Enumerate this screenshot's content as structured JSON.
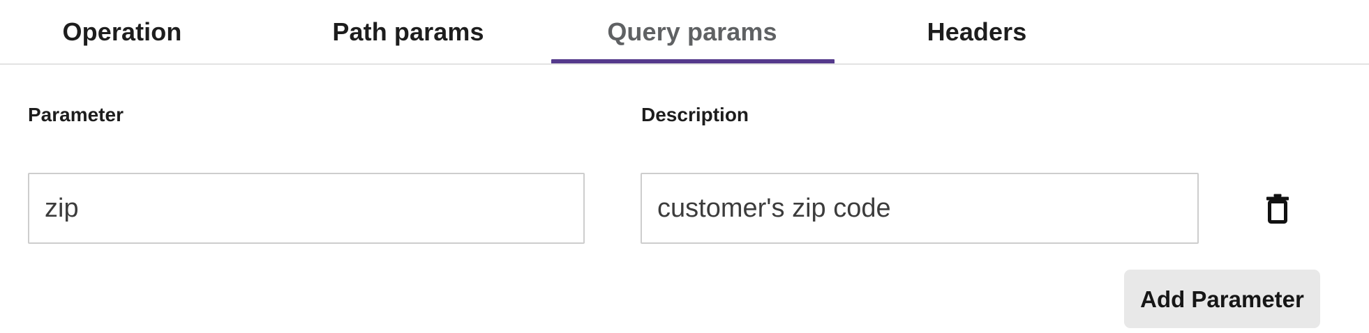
{
  "tabs": {
    "items": [
      {
        "label": "Operation",
        "active": false
      },
      {
        "label": "Path params",
        "active": false
      },
      {
        "label": "Query params",
        "active": true
      },
      {
        "label": "Headers",
        "active": false
      }
    ],
    "active_index": 2,
    "active_indicator_color": "#553a8c",
    "divider_color": "#e2e2e2",
    "inactive_text_color": "#1d1d1d",
    "active_text_color": "#5f6163"
  },
  "columns": {
    "parameter_label": "Parameter",
    "description_label": "Description"
  },
  "rows": [
    {
      "parameter": "zip",
      "parameter_placeholder": "",
      "description": "customer's zip code",
      "description_placeholder": "",
      "delete_icon": "trash-icon"
    }
  ],
  "actions": {
    "add_parameter_label": "Add Parameter",
    "add_parameter_bg": "#e8e8e8",
    "add_parameter_text_color": "#161616"
  },
  "field_style": {
    "border_color": "#cdcdcd",
    "background": "#ffffff",
    "text_color": "#3c3c3c"
  }
}
